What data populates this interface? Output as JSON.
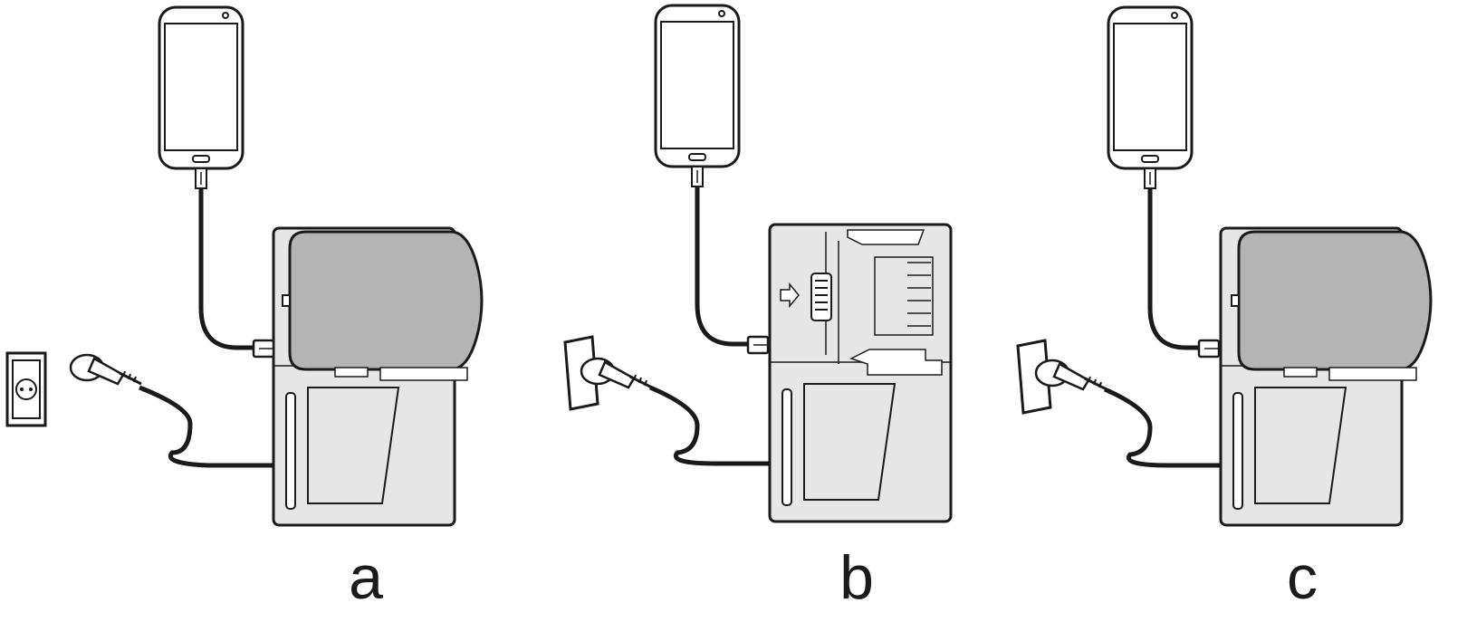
{
  "panels": [
    {
      "label": "a",
      "state": "battery inserted, plug not in socket"
    },
    {
      "label": "b",
      "state": "battery removed, plug in socket"
    },
    {
      "label": "c",
      "state": "battery inserted, plug in socket"
    }
  ],
  "colors": {
    "outline": "#1a1a1a",
    "charger_body": "#e6e6e6",
    "battery": "#b4b4b4",
    "background": "#ffffff"
  }
}
